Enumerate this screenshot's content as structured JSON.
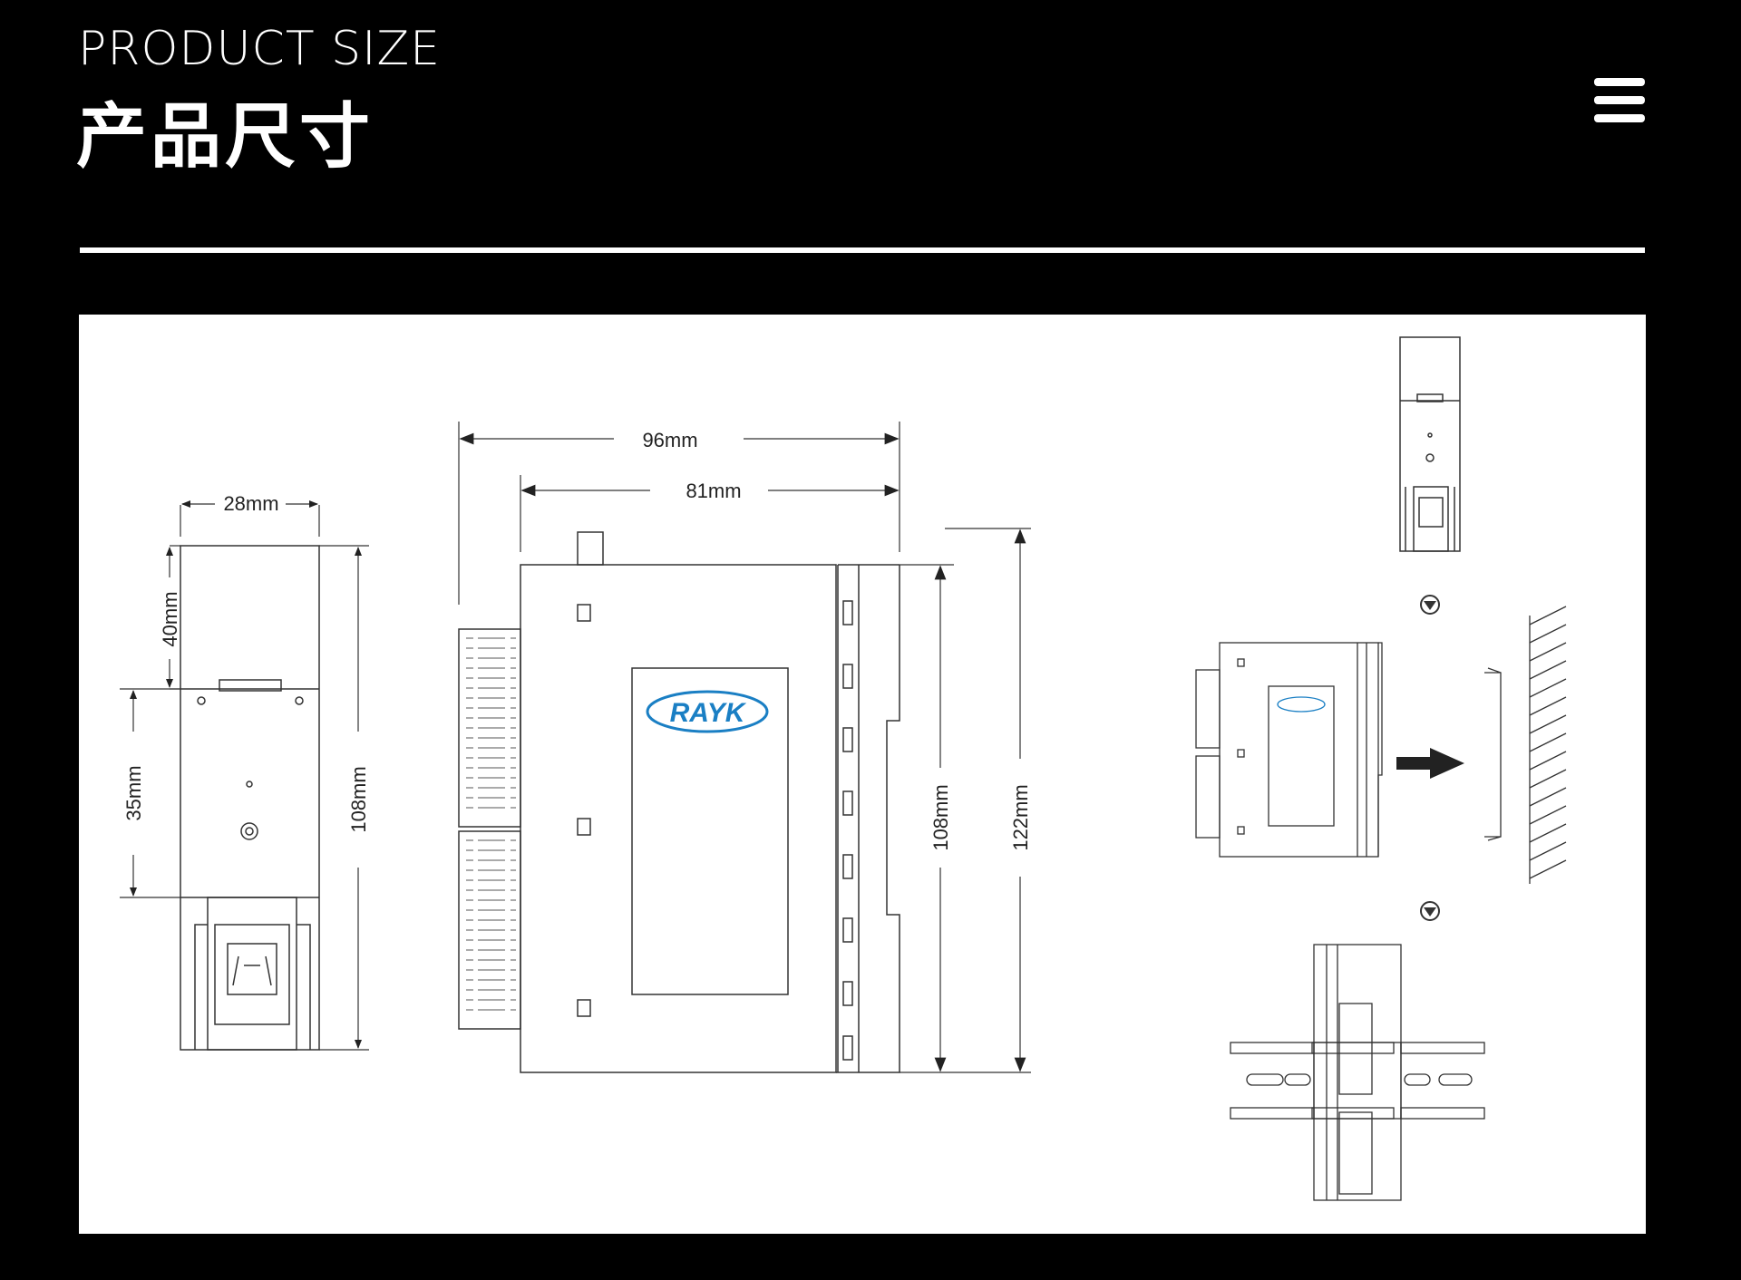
{
  "header": {
    "subtitle_en": "PRODUCT SIZE",
    "title_cn": "产品尺寸"
  },
  "menu": {
    "icon": "hamburger-menu-icon"
  },
  "dimensions": {
    "side_width": "28mm",
    "side_top_height": "40mm",
    "side_rail_height": "35mm",
    "side_total_height": "108mm",
    "front_total_width": "96mm",
    "front_body_width": "81mm",
    "front_body_height": "108mm",
    "front_total_height": "122mm"
  },
  "brand": {
    "logo_text": "RAYK"
  },
  "colors": {
    "background": "#000000",
    "panel": "#ffffff",
    "line": "#333333",
    "logo": "#1a7fc4"
  }
}
